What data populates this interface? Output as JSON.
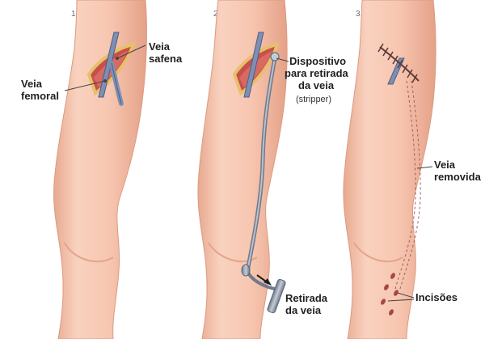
{
  "panels": [
    {
      "number": "1.",
      "labels": {
        "saphenous": [
          "Veia",
          "safena"
        ],
        "femoral": [
          "Veia",
          "femoral"
        ]
      }
    },
    {
      "number": "2.",
      "labels": {
        "device": [
          "Dispositivo",
          "para retirada",
          "da veia"
        ],
        "device_note": "(stripper)",
        "removal": [
          "Retirada",
          "da veia"
        ]
      }
    },
    {
      "number": "3.",
      "labels": {
        "removed": [
          "Veia",
          "removida"
        ],
        "incisions": "Incisões"
      }
    }
  ],
  "colors": {
    "skin": "#f7c9b3",
    "skin_shadow": "#e9a98e",
    "skin_outline": "#d99b82",
    "vein": "#7d8fb3",
    "vein_dark": "#4e5f86",
    "wound": "#c7504a",
    "wound_edge": "#e6c06a",
    "stripper": "#8d97a8",
    "label_line": "#444444"
  }
}
